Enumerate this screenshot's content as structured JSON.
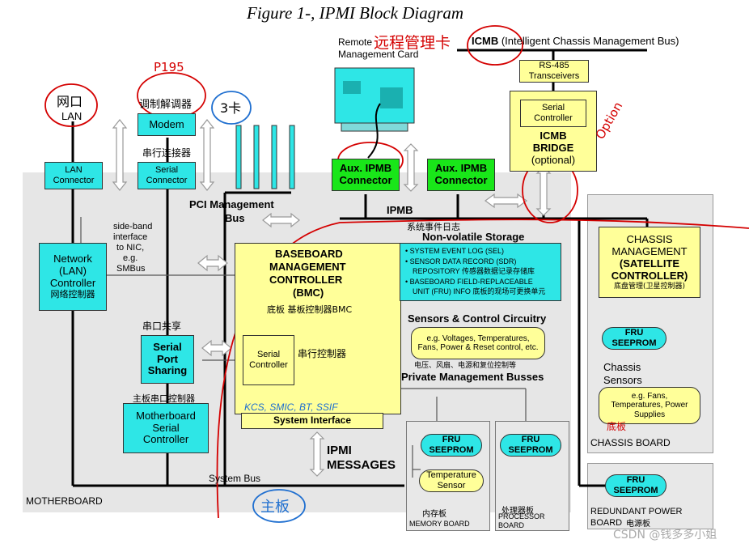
{
  "title": "Figure 1-, IPMI Block Diagram",
  "remote_card": {
    "label_line1": "Remote",
    "label_line2": "Management Card",
    "note": "远程管理卡"
  },
  "icmb": {
    "label_strong": "ICMB",
    "label_rest": " (Intelligent Chassis Management Bus)"
  },
  "rs485": {
    "line1": "RS-485",
    "line2": "Transceivers"
  },
  "icmb_bridge": {
    "serial_line1": "Serial",
    "serial_line2": "Controller",
    "title_line1": "ICMB",
    "title_line2": "BRIDGE",
    "title_line3": "(optional)",
    "note": "Option"
  },
  "lan": {
    "label": "LAN",
    "note": "网口"
  },
  "modem": {
    "label": "Modem",
    "note_top": "P195",
    "note": "调制解调器"
  },
  "pci_note": "3卡",
  "pci": {
    "line1": "PCI Management",
    "line2": "Bus"
  },
  "aux_ipmb": {
    "line1": "Aux. IPMB",
    "line2": "Connector"
  },
  "ipmb": "IPMB",
  "lan_connector": {
    "line1": "LAN",
    "line2": "Connector"
  },
  "serial_connector": {
    "line1": "Serial",
    "line2": "Connector",
    "note": "串行连接器"
  },
  "sideband": {
    "line1": "side-band",
    "line2": "interface",
    "line3": "to NIC,",
    "line4": "e.g.",
    "line5": "SMBus"
  },
  "network_controller": {
    "line1": "Network",
    "line2": "(LAN)",
    "line3": "Controller",
    "note": "网络控制器"
  },
  "bmc": {
    "line1": "BASEBOARD",
    "line2": "MANAGEMENT",
    "line3": "CONTROLLER",
    "line4": "(BMC)",
    "note": "底板  基板控制器BMC"
  },
  "nv_storage": {
    "note": "系统事件日志",
    "title": "Non-volatile Storage",
    "items": [
      "SYSTEM EVENT LOG (SEL)",
      "SENSOR DATA RECORD (SDR)",
      "REPOSITORY 传感器数据记录存储库",
      "BASEBOARD FIELD-REPLACEABLE",
      "UNIT (FRU) INFO 底板的现场可更换单元"
    ]
  },
  "sensors": {
    "title": "Sensors & Control Circuitry",
    "line1": "e.g. Voltages, Temperatures,",
    "line2": "Fans, Power & Reset control, etc.",
    "note": "电压、风扇、电源和复位控制等"
  },
  "private_busses": "Private Management Busses",
  "serial_port_sharing": {
    "line1": "Serial",
    "line2": "Port",
    "line3": "Sharing",
    "note": "串口共享"
  },
  "bmc_serial_controller": {
    "line1": "Serial",
    "line2": "Controller",
    "note": "串行控制器"
  },
  "motherboard_serial": {
    "line1": "Motherboard",
    "line2": "Serial",
    "line3": "Controller",
    "note": "主板串口控制器"
  },
  "system_interface": {
    "label": "System Interface",
    "note": "KCS, SMIC, BT, SSIF"
  },
  "ipmi_messages": {
    "line1": "IPMI",
    "line2": "MESSAGES"
  },
  "system_bus": "System Bus",
  "motherboard": {
    "label": "MOTHERBOARD",
    "note": "主板"
  },
  "memory_board": {
    "fru_line1": "FRU",
    "fru_line2": "SEEPROM",
    "temp_line1": "Temperature",
    "temp_line2": "Sensor",
    "label": "MEMORY BOARD",
    "note": "内存板"
  },
  "processor_board": {
    "fru_line1": "FRU",
    "fru_line2": "SEEPROM",
    "label_line1": "PROCESSOR",
    "label_line2": "BOARD",
    "note": "处理器板"
  },
  "chassis": {
    "line1": "CHASSIS",
    "line2": "MANAGEMENT",
    "line3": "(SATELLITE",
    "line4": "CONTROLLER)",
    "note": "底盘管理(卫星控制器)",
    "fru_line1": "FRU",
    "fru_line2": "SEEPROM",
    "sensors_line1": "Chassis",
    "sensors_line2": "Sensors",
    "eg_line1": "e.g. Fans,",
    "eg_line2": "Temperatures, Power",
    "eg_line3": "Supplies",
    "board_label": "CHASSIS BOARD",
    "board_note": "底板"
  },
  "redundant_power": {
    "fru_line1": "FRU",
    "fru_line2": "SEEPROM",
    "line1": "REDUNDANT POWER",
    "line2": "BOARD",
    "note": "电源板"
  },
  "watermark": "CSDN @钱多多小姐",
  "colors": {
    "cyan": "#2ee6e6",
    "green": "#19e619",
    "yellow": "#ffff99",
    "annotation_red": "#d40000",
    "annotation_blue": "#1f6fd0"
  }
}
